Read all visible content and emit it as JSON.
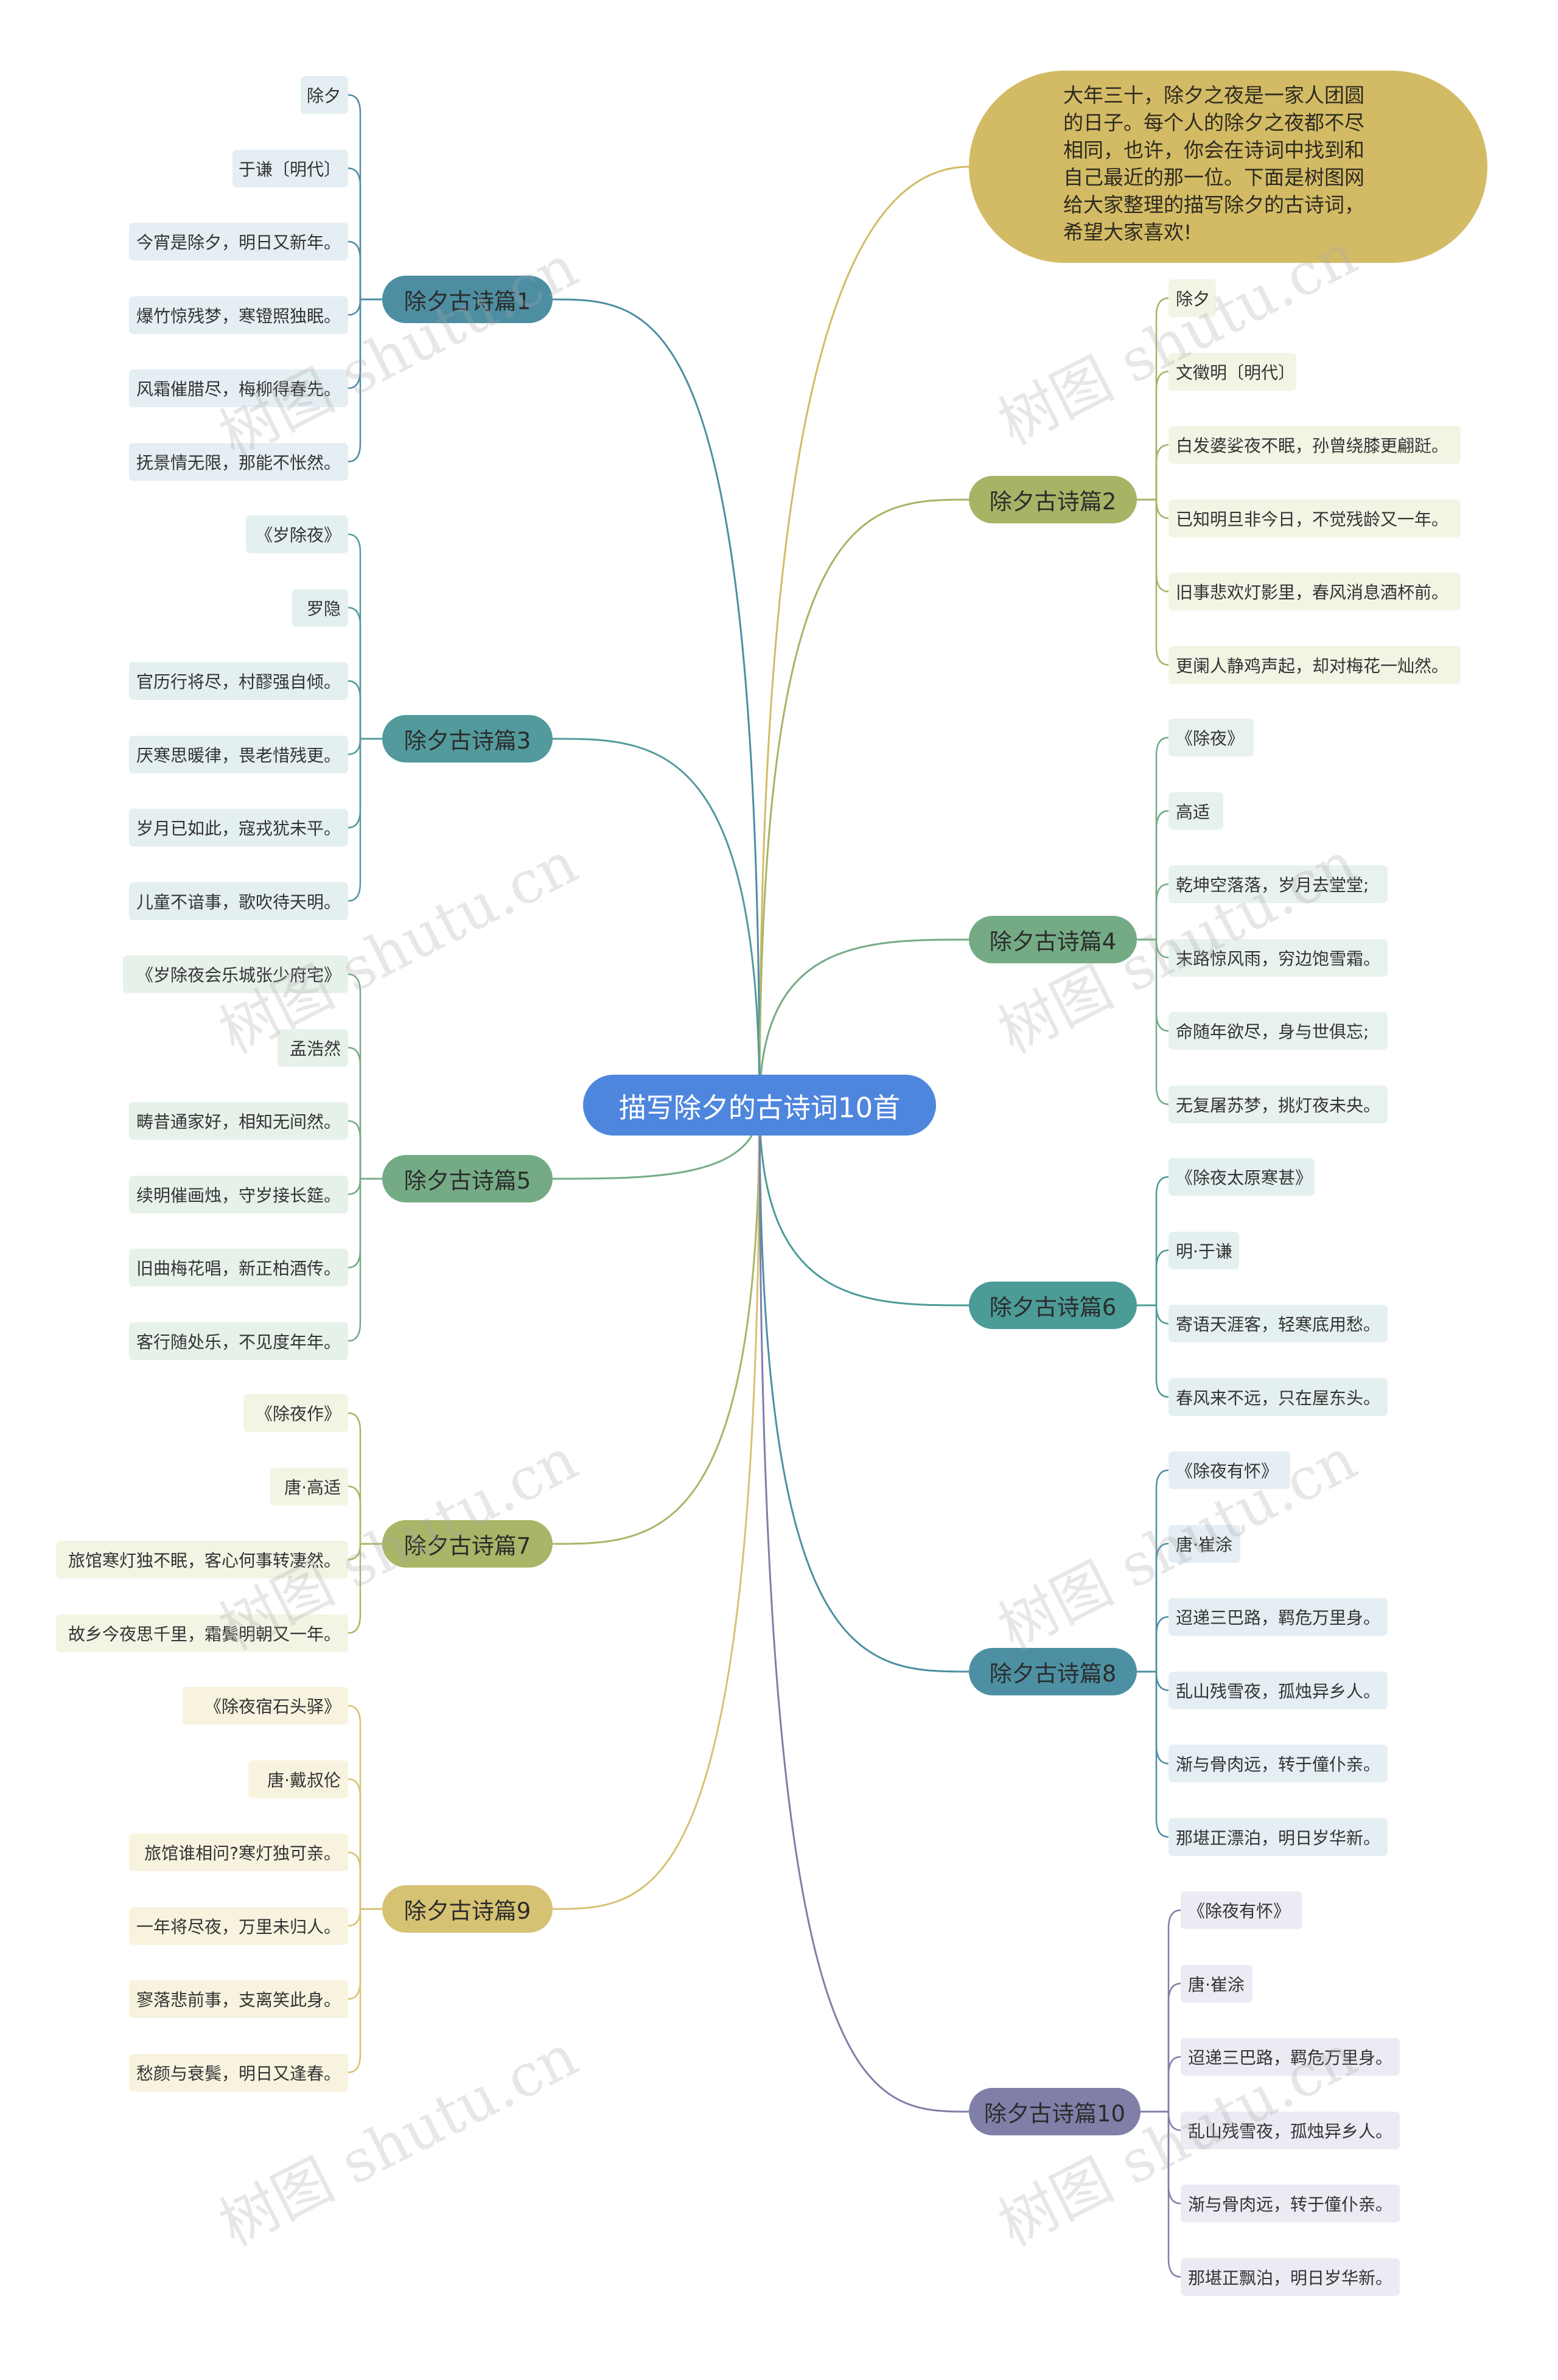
{
  "center": "描写除夕的古诗词10首",
  "intro": "大年三十，除夕之夜是一家人团圆\n的日子。每个人的除夕之夜都不尽\n相同，也许，你会在诗词中找到和\n自己最近的那一位。下面是树图网\n给大家整理的描写除夕的古诗词，\n希望大家喜欢!",
  "watermark": "树图 shutu.cn",
  "colors": {
    "center": "#4f86dd",
    "intro": "#d3bb65",
    "b1": "#4d8ea2",
    "b2": "#a6b466",
    "b3": "#539a9c",
    "b4": "#74ab85",
    "b5": "#74ab85",
    "b6": "#4b9b97",
    "b7": "#a9b567",
    "b8": "#4d90a3",
    "b9": "#d6c273",
    "b10": "#807fa8"
  },
  "branches": [
    {
      "label": "除夕古诗篇1",
      "items": [
        "除夕",
        "于谦〔明代〕",
        "今宵是除夕，明日又新年。",
        "爆竹惊残梦，寒镫照独眠。",
        "风霜催腊尽，梅柳得春先。",
        "抚景情无限，那能不怅然。"
      ]
    },
    {
      "label": "除夕古诗篇2",
      "items": [
        "除夕",
        "文徵明〔明代〕",
        "白发婆娑夜不眠，孙曾绕膝更翩跹。",
        "已知明旦非今日，不觉残龄又一年。",
        "旧事悲欢灯影里，春风消息酒杯前。",
        "更阑人静鸡声起，却对梅花一灿然。"
      ]
    },
    {
      "label": "除夕古诗篇3",
      "items": [
        "《岁除夜》",
        "罗隐",
        "官历行将尽，村醪强自倾。",
        "厌寒思暖律，畏老惜残更。",
        "岁月已如此，寇戎犹未平。",
        "儿童不谙事，歌吹待天明。"
      ]
    },
    {
      "label": "除夕古诗篇4",
      "items": [
        "《除夜》",
        "高适",
        "乾坤空落落，岁月去堂堂;",
        "末路惊风雨，穷边饱雪霜。",
        "命随年欲尽，身与世俱忘;",
        "无复屠苏梦，挑灯夜未央。"
      ]
    },
    {
      "label": "除夕古诗篇5",
      "items": [
        "《岁除夜会乐城张少府宅》",
        "孟浩然",
        "畴昔通家好，相知无间然。",
        "续明催画烛，守岁接长筵。",
        "旧曲梅花唱，新正柏酒传。",
        "客行随处乐，不见度年年。"
      ]
    },
    {
      "label": "除夕古诗篇6",
      "items": [
        "《除夜太原寒甚》",
        "明·于谦",
        "寄语天涯客，轻寒底用愁。",
        "春风来不远，只在屋东头。"
      ]
    },
    {
      "label": "除夕古诗篇7",
      "items": [
        "《除夜作》",
        "唐·高适",
        "旅馆寒灯独不眠，客心何事转凄然。",
        "故乡今夜思千里，霜鬓明朝又一年。"
      ]
    },
    {
      "label": "除夕古诗篇8",
      "items": [
        "《除夜有怀》",
        "唐·崔涂",
        "迢递三巴路，羁危万里身。",
        "乱山残雪夜，孤烛异乡人。",
        "渐与骨肉远，转于僮仆亲。",
        "那堪正漂泊，明日岁华新。"
      ]
    },
    {
      "label": "除夕古诗篇9",
      "items": [
        "《除夜宿石头驿》",
        "唐·戴叔伦",
        "旅馆谁相问?寒灯独可亲。",
        "一年将尽夜，万里未归人。",
        "寥落悲前事，支离笑此身。",
        "愁颜与衰鬓，明日又逢春。"
      ]
    },
    {
      "label": "除夕古诗篇10",
      "items": [
        "《除夜有怀》",
        "唐·崔涂",
        "迢递三巴路，羁危万里身。",
        "乱山残雪夜，孤烛异乡人。",
        "渐与骨肉远，转于僮仆亲。",
        "那堪正飘泊，明日岁华新。"
      ]
    }
  ]
}
